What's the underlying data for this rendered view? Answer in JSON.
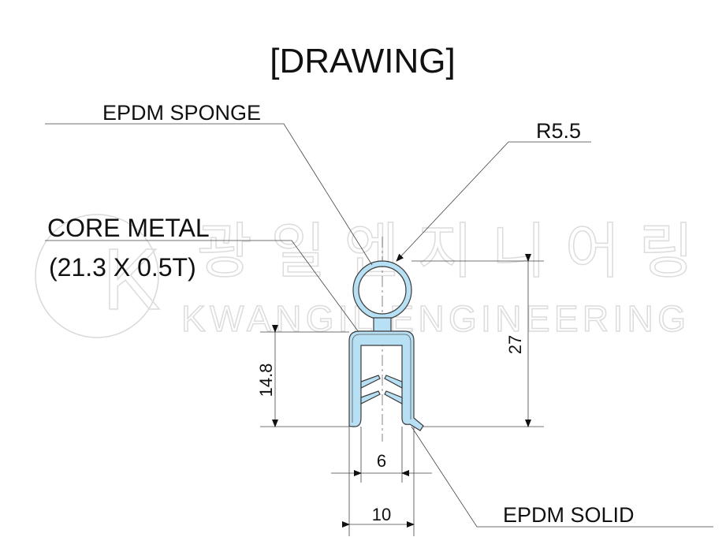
{
  "title": "[DRAWING]",
  "labels": {
    "epdm_sponge": "EPDM SPONGE",
    "radius": "R5.5",
    "core_metal_line1": "CORE METAL",
    "core_metal_line2": "(21.3 X 0.5T)",
    "epdm_solid": "EPDM SOLID"
  },
  "dimensions": {
    "height_channel": "14.8",
    "height_total": "27",
    "inner_width": "6",
    "outer_width": "10"
  },
  "watermark": {
    "korean": "광일엔지니어링",
    "english": "KWANGIL ENGINEERING"
  },
  "colors": {
    "profile_fill": "#b8e0f4",
    "profile_stroke": "#3a3a3a",
    "line": "#555555"
  }
}
